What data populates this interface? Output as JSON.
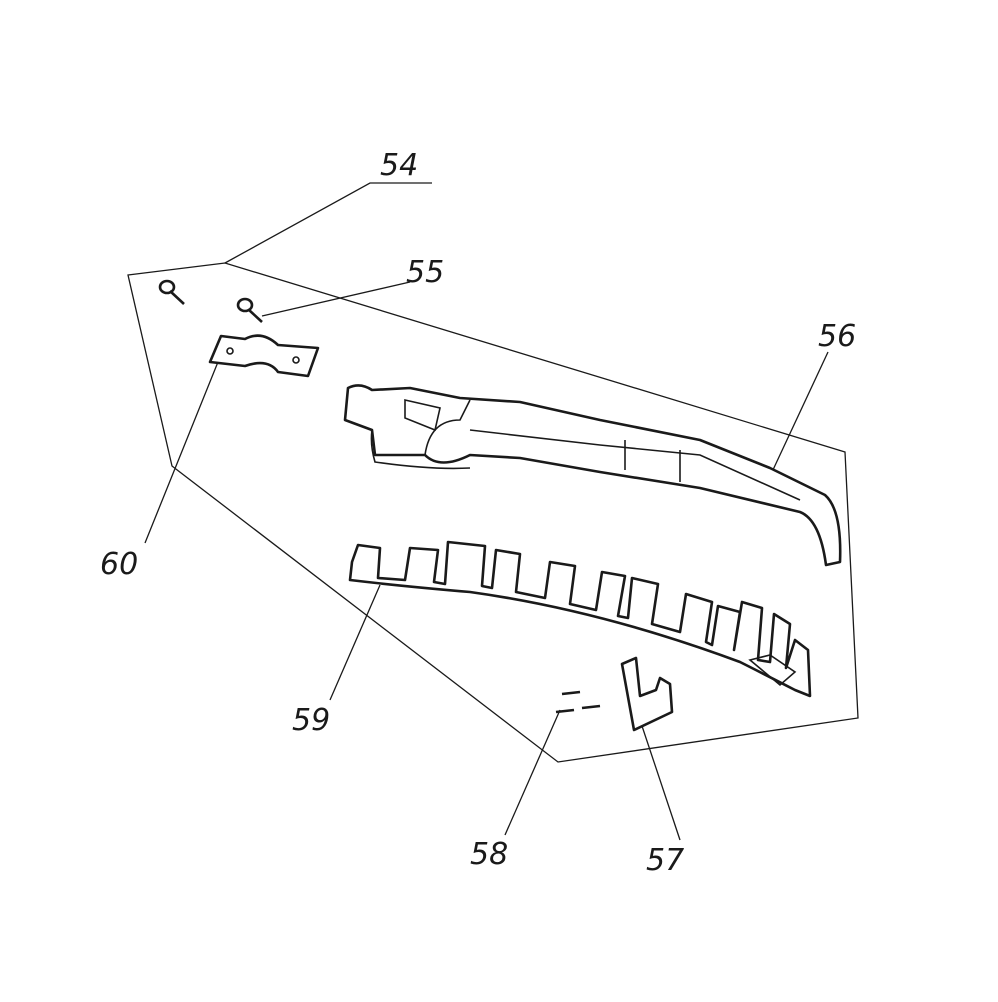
{
  "diagram": {
    "callouts": [
      {
        "id": "54",
        "text": "54"
      },
      {
        "id": "55",
        "text": "55"
      },
      {
        "id": "56",
        "text": "56"
      },
      {
        "id": "57",
        "text": "57"
      },
      {
        "id": "58",
        "text": "58"
      },
      {
        "id": "59",
        "text": "59"
      },
      {
        "id": "60",
        "text": "60"
      }
    ]
  }
}
